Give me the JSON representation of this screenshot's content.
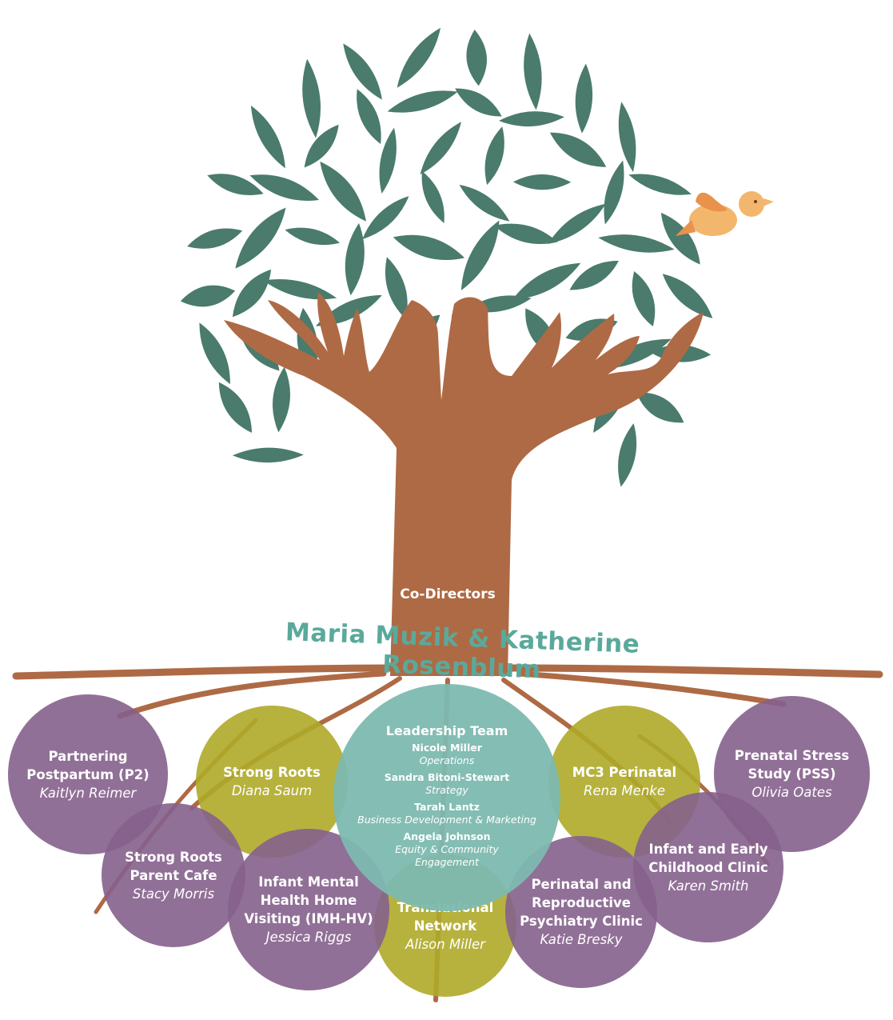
{
  "colors": {
    "leaf": "#4a7b6c",
    "trunk": "#ae6a45",
    "bird": "#f3b66d",
    "purple": "#85608c",
    "olive": "#aeaa28",
    "teal": "#7db9b0",
    "directors_text": "#5aa99b"
  },
  "co_directors_label": "Co-Directors",
  "directors": "Maria Muzik & Katherine Rosenblum",
  "leadership": {
    "title": "Leadership Team",
    "members": [
      {
        "name": "Nicole Miller",
        "role": "Operations"
      },
      {
        "name": "Sandra Bitoni-Stewart",
        "role": "Strategy"
      },
      {
        "name": "Tarah Lantz",
        "role": "Business Development & Marketing"
      },
      {
        "name": "Angela Johnson",
        "role": "Equity & Community\nEngagement"
      }
    ]
  },
  "programs": [
    {
      "title": "Partnering\nPostpartum (P2)",
      "lead": "Kaitlyn Reimer"
    },
    {
      "title": "Strong Roots",
      "lead": "Diana Saum"
    },
    {
      "title": "MC3 Perinatal",
      "lead": "Rena Menke"
    },
    {
      "title": "Prenatal Stress\nStudy (PSS)",
      "lead": "Olivia Oates"
    },
    {
      "title": "Strong Roots\nParent Cafe",
      "lead": "Stacy Morris"
    },
    {
      "title": "Infant Mental\nHealth Home\nVisiting (IMH-HV)",
      "lead": "Jessica Riggs"
    },
    {
      "title": "Translational\nNetwork",
      "lead": "Alison Miller"
    },
    {
      "title": "Perinatal and\nReproductive\nPsychiatry Clinic",
      "lead": "Katie Bresky"
    },
    {
      "title": "Infant and Early\nChildhood Clinic",
      "lead": "Karen Smith"
    }
  ]
}
